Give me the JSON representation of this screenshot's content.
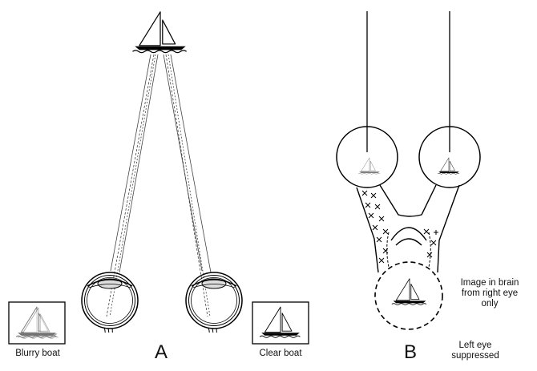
{
  "panel_a": {
    "letter": "A",
    "left_caption": "Blurry boat",
    "right_caption": "Clear boat"
  },
  "panel_b": {
    "letter": "B",
    "brain_caption": [
      "Image in brain",
      "from right eye",
      "only"
    ],
    "suppressed_caption": [
      "Left eye",
      "suppressed"
    ]
  }
}
